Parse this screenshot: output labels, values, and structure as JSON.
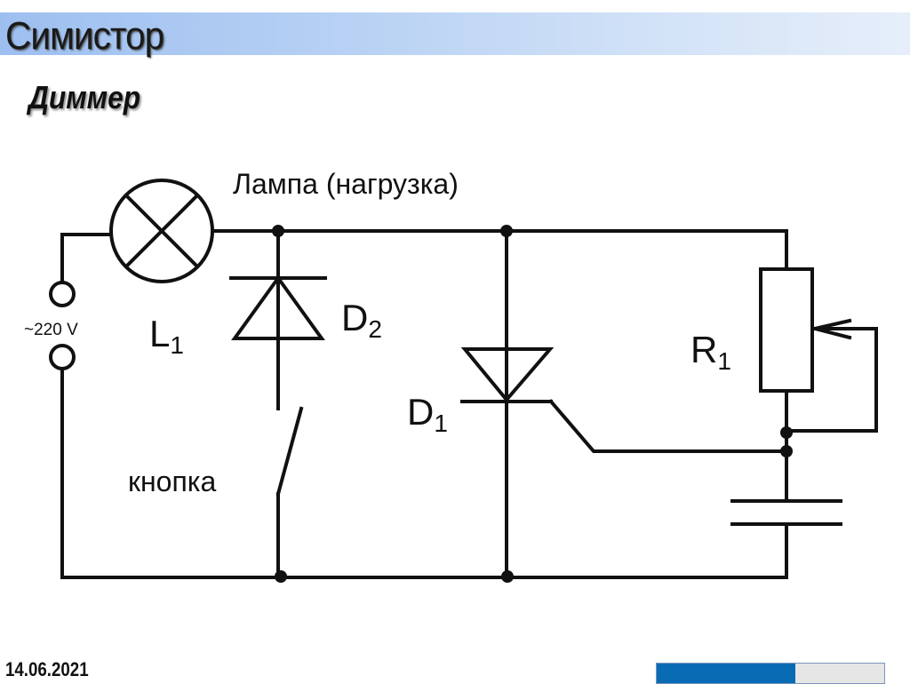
{
  "slide": {
    "title": "Симистор",
    "subtitle": "Диммер",
    "date": "14.06.2021",
    "progress_fraction": 0.61,
    "colors": {
      "title_bar_start": "#9dbff0",
      "title_bar_end": "#e6eefa",
      "progress_fill": "#0a6bb5",
      "progress_track": "#e6e6e6"
    }
  },
  "diagram": {
    "title": "Диммер",
    "labels": {
      "lamp": "Лампа (нагрузка)",
      "source": "~220 V",
      "lamp_ref": "L",
      "lamp_ref_sub": "1",
      "diode2_ref": "D",
      "diode2_ref_sub": "2",
      "triac_ref": "D",
      "triac_ref_sub": "1",
      "resistor_ref": "R",
      "resistor_ref_sub": "1",
      "button": "кнопка"
    },
    "components": [
      {
        "id": "source",
        "type": "AC voltage terminals",
        "label": "~220 V"
      },
      {
        "id": "L1",
        "type": "lamp",
        "label": "Лампа (нагрузка)"
      },
      {
        "id": "D2",
        "type": "diode"
      },
      {
        "id": "S1",
        "type": "push button switch",
        "label": "кнопка"
      },
      {
        "id": "D1",
        "type": "triac / thyristor with gate"
      },
      {
        "id": "R1",
        "type": "variable resistor (potentiometer)"
      },
      {
        "id": "C1",
        "type": "capacitor"
      }
    ],
    "connections": [
      [
        "source.top",
        "L1"
      ],
      [
        "L1",
        "top-rail"
      ],
      [
        "top-rail",
        "D2.anode-bar"
      ],
      [
        "D2",
        "S1"
      ],
      [
        "S1",
        "bottom-rail"
      ],
      [
        "top-rail",
        "D1"
      ],
      [
        "D1",
        "bottom-rail"
      ],
      [
        "top-rail",
        "R1"
      ],
      [
        "R1.wiper",
        "R1.bottom-node"
      ],
      [
        "D1.gate",
        "C1.top-node"
      ],
      [
        "C1",
        "bottom-rail"
      ],
      [
        "bottom-rail",
        "source.bottom"
      ]
    ]
  }
}
